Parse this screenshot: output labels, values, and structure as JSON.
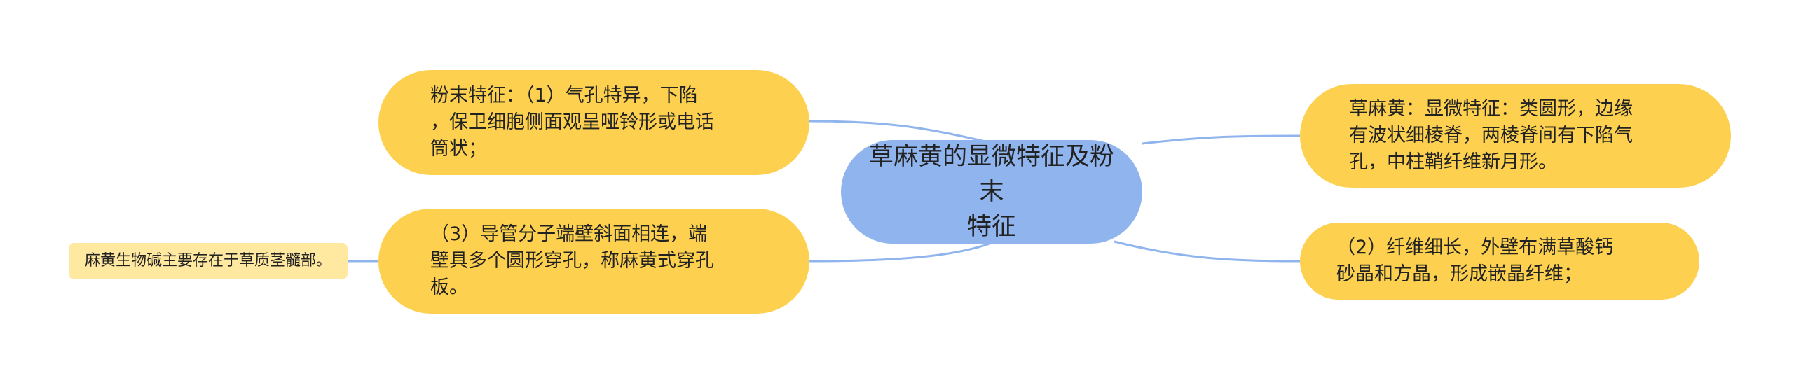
{
  "colors": {
    "central_fill": "#90B4ED",
    "topic_fill": "#FDD14F",
    "subtopic_fill": "#FFE8A0",
    "connector": "#90B4ED"
  },
  "mindmap": {
    "central": "草麻黄的显微特征及粉末\n特征",
    "left_topics": [
      {
        "text": "粉末特征：（1）气孔特异，下陷\n，保卫细胞侧面观呈哑铃形或电话\n筒状；"
      },
      {
        "text": "（3）导管分子端壁斜面相连，端\n壁具多个圆形穿孔，称麻黄式穿孔\n板。"
      }
    ],
    "right_topics": [
      {
        "text": "草麻黄：显微特征：类圆形，边缘\n有波状细棱脊，两棱脊间有下陷气\n孔，中柱鞘纤维新月形。"
      },
      {
        "text": "（2）纤维细长，外壁布满草酸钙\n砂晶和方晶，形成嵌晶纤维；"
      }
    ],
    "subtopics": [
      {
        "text": "麻黄生物碱主要存在于草质茎髓部。"
      }
    ]
  }
}
